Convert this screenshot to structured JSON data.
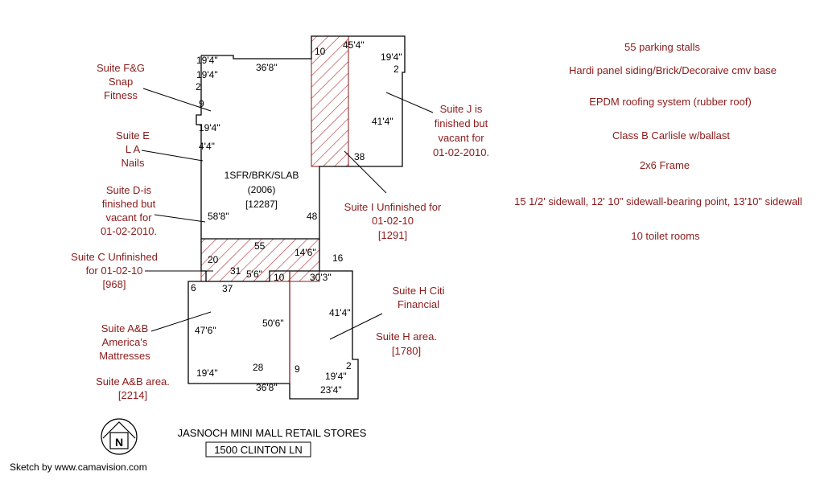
{
  "title": "JASNOCH MINI MALL RETAIL STORES",
  "address": "1500 CLINTON LN",
  "footer": "Sketch by www.camavision.com",
  "colors": {
    "outline": "#000000",
    "label": "#8b1a1a",
    "hatch": "#b03030"
  },
  "icons": {
    "logo": "house-n-icon"
  },
  "notes": [
    "55 parking stalls",
    "Hardi panel siding/Brick/Decoraive cmv base",
    "EPDM roofing system (rubber roof)",
    "Class B Carlisle w/ballast",
    "2x6 Frame",
    "15 1/2' sidewall, 12' 10\" sidewall-bearing point, 13'10\" sidewall",
    "10 toilet rooms"
  ],
  "building": {
    "line1": "1SFR/BRK/SLAB",
    "line2": "(2006)",
    "line3": "[12287]"
  },
  "suites": {
    "fg": [
      "Suite F&G",
      "Snap",
      "Fitness"
    ],
    "e": [
      "Suite E",
      "L A",
      "Nails"
    ],
    "d": [
      "Suite D-is",
      "finished but",
      "vacant for",
      "01-02-2010."
    ],
    "c": [
      "Suite C Unfinished",
      "for 01-02-10",
      "[968]"
    ],
    "ab": [
      "Suite A&B",
      "America's",
      "Mattresses"
    ],
    "ab_area": [
      "Suite A&B area.",
      "[2214]"
    ],
    "j": [
      "Suite J is",
      "finished but",
      "vacant for",
      "01-02-2010."
    ],
    "i": [
      "Suite I Unfinished for",
      "01-02-10",
      "[1291]"
    ],
    "h": [
      "Suite H Citi",
      "Financial"
    ],
    "h_area": [
      "Suite H area.",
      "[1780]"
    ]
  },
  "dims": {
    "d1": "19'4\"",
    "d2": "36'8\"",
    "d3": "19'4\"",
    "d4": "2",
    "d5": "9",
    "d6": "19'4\"",
    "d7": "4'4\"",
    "d8": "10",
    "d9": "45'4\"",
    "d10": "19'4\"",
    "d11": "2",
    "d12": "41'4\"",
    "d13": "38",
    "d14": "58'8\"",
    "d15": "48",
    "d16": "55",
    "d17": "20",
    "d18": "14'6\"",
    "d19": "16",
    "d20": "31",
    "d21": "5'6\"",
    "d22": "10",
    "d23": "30'3\"",
    "d24": "6",
    "d25": "37",
    "d26": "47'6\"",
    "d27": "50'6\"",
    "d28": "41'4\"",
    "d29": "28",
    "d30": "9",
    "d31": "2",
    "d32": "19'4\"",
    "d33": "19'4\"",
    "d34": "36'8\"",
    "d35": "23'4\""
  }
}
